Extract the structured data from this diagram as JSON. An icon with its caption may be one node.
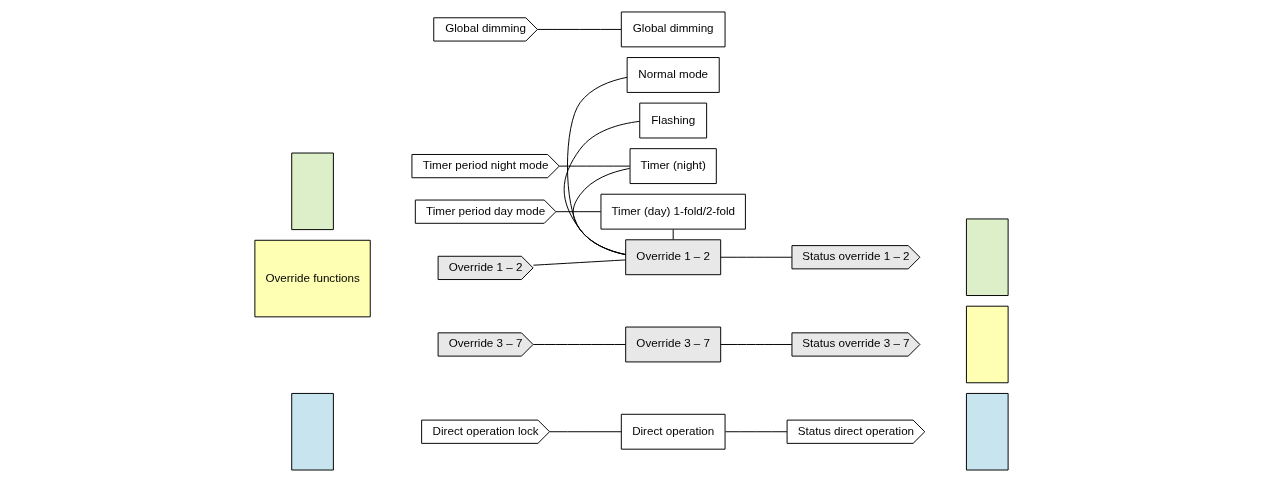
{
  "diagram": {
    "nodes": [
      {
        "text": [],
        "shape": "box"
      },
      {
        "text": [
          "Timer period day mode"
        ]
      },
      {
        "text": [
          "Timer period night mode"
        ]
      },
      {
        "text": [
          "Timer (day) 1-fold/2-fold"
        ]
      },
      {
        "text": [
          "Timer (night)"
        ]
      },
      {
        "text": [
          "Normal mode"
        ]
      },
      {
        "text": [
          "Flashing"
        ]
      },
      {
        "text": [],
        "shape": "box"
      },
      {
        "text": [
          "Override functions"
        ]
      },
      {
        "text": [
          "Override 1 – 2"
        ]
      },
      {
        "text": [
          "Global dimming"
        ]
      },
      {
        "text": [
          "Override 3 – 7"
        ]
      },
      {
        "text": [
          "Override 1 – 2"
        ]
      },
      {
        "text": [
          "Global dimming"
        ]
      },
      {
        "text": [
          "Override 3 – 7"
        ]
      },
      {
        "text": [
          "Status override 1 – 2"
        ]
      },
      {
        "text": [
          "Status override 3 – 7"
        ]
      },
      {
        "text": [],
        "shape": "box"
      },
      {
        "text": [],
        "shape": "box"
      },
      {
        "text": [
          "Direct operation lock"
        ]
      },
      {
        "text": [
          "Direct operation"
        ]
      },
      {
        "text": [
          "Status direct operation"
        ]
      },
      {
        "text": [],
        "shape": "box"
      }
    ],
    "edges": [
      {
        "from": 1,
        "to": 3,
        "arrow": "none"
      },
      {
        "from": 2,
        "to": 4,
        "arrow": "none"
      },
      {
        "from": 3,
        "to": 12,
        "arrow": "none"
      },
      {
        "from": 4,
        "to": 12,
        "arrow": "none"
      },
      {
        "from": 5,
        "to": 12,
        "arrow": "none"
      },
      {
        "from": 6,
        "to": 12,
        "arrow": "none"
      },
      {
        "from": 9,
        "to": 12,
        "arrow": "none"
      },
      {
        "from": 10,
        "to": 13,
        "arrow": "none"
      },
      {
        "from": 11,
        "to": 14,
        "arrow": "none"
      },
      {
        "from": 12,
        "to": 15,
        "arrow": "none"
      },
      {
        "from": 14,
        "to": 16,
        "arrow": "none"
      },
      {
        "from": 19,
        "to": 20,
        "arrow": "none"
      },
      {
        "from": 20,
        "to": 21,
        "arrow": "none"
      }
    ]
  }
}
